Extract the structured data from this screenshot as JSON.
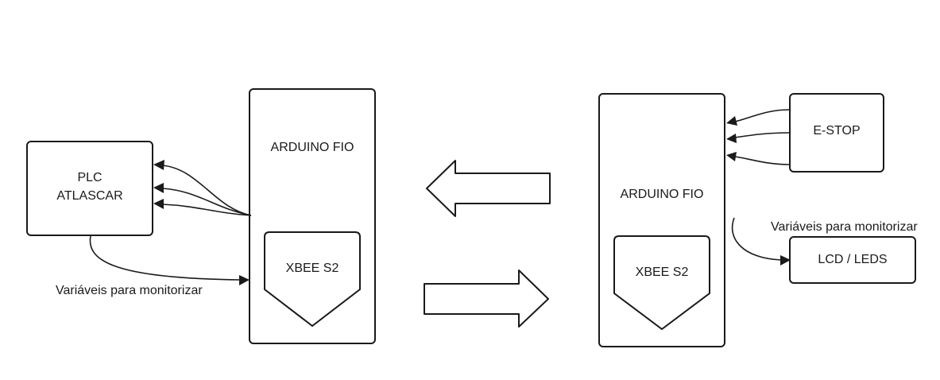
{
  "plc": {
    "line1": "PLC",
    "line2": "ATLASCAR"
  },
  "left_arduino": {
    "label": "ARDUINO FIO",
    "xbee": "XBEE S2"
  },
  "right_arduino": {
    "label": "ARDUINO FIO",
    "xbee": "XBEE S2"
  },
  "estop": {
    "label": "E-STOP"
  },
  "lcd": {
    "label": "LCD / LEDS"
  },
  "left_monitor_label": "Variáveis para monitorizar",
  "right_monitor_label": "Variáveis para monitorizar"
}
